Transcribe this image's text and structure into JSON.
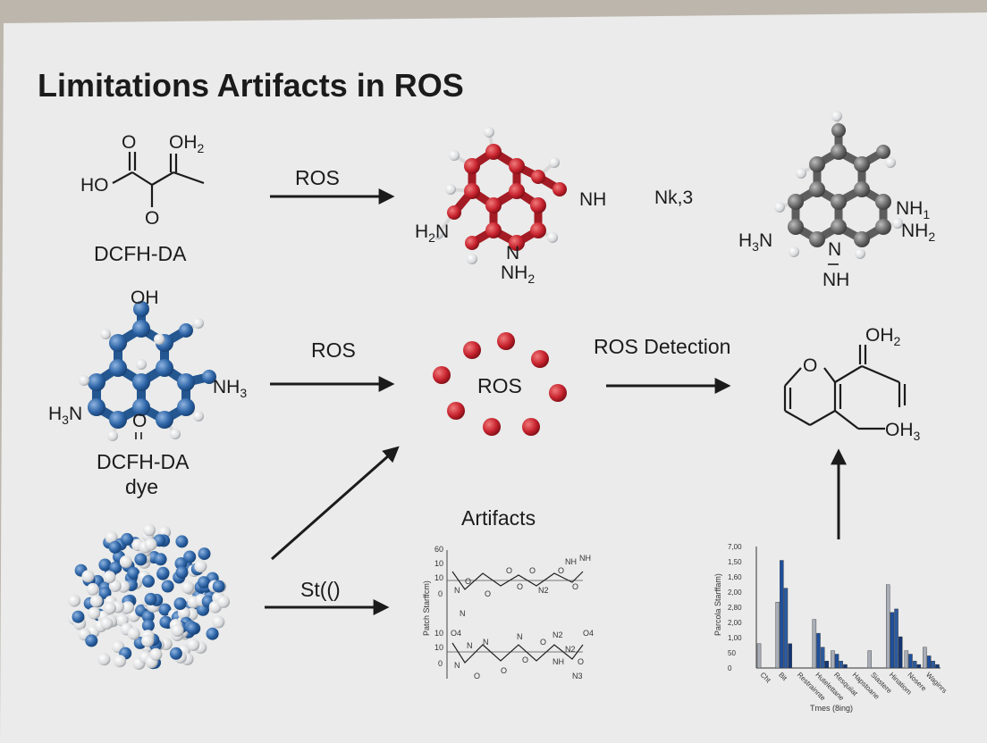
{
  "title": "Limitations Artifacts in ROS",
  "row1": {
    "mol1": {
      "o_top": "O",
      "oh2": "OH",
      "sub2": "2",
      "ho": "HO",
      "o_bottom": "O",
      "caption": "DCFH-DA"
    },
    "arrow_label": "ROS",
    "mol2": {
      "nh": "NH",
      "h2n": "H",
      "h2n_sub": "2",
      "h2n_n": "N",
      "n_mid": "N",
      "nh2": "NH",
      "nh2_sub": "2"
    },
    "middle_text": "Nk,3",
    "mol3": {
      "nh1": "NH",
      "nh1_sub": "1",
      "nh2": "NH",
      "nh2_sub": "2",
      "h3n": "H",
      "h3n_sub": "3",
      "h3n_n": "N",
      "n_mid": "N",
      "nh": "NH"
    }
  },
  "row2": {
    "mol1": {
      "oh": "OH",
      "nh3": "NH",
      "nh3_sub": "3",
      "h3n": "H",
      "h3n_sub": "3",
      "h3n_n": "N",
      "o": "O",
      "caption1": "DCFH-DA",
      "caption2": "dye"
    },
    "arrow_label": "ROS",
    "ros_cluster_label": "ROS",
    "detection_label": "ROS Detection",
    "product": {
      "o_ring": "O",
      "oh2": "OH",
      "oh2_sub": "2",
      "oh3": "OH",
      "oh3_sub": "3"
    }
  },
  "row3": {
    "arrow_label": "St(()",
    "artifacts_title": "Artifacts",
    "artifacts_plot": {
      "y_ticks": [
        "60",
        "10",
        "10",
        "0",
        "10",
        "10",
        "0"
      ],
      "y_label": "Patch Starffcm)",
      "labels_top": [
        "N",
        "O",
        "O",
        "O",
        "O",
        "NH",
        "N",
        "O",
        "N2",
        "O",
        "O",
        "NH"
      ],
      "labels_bottom": [
        "O4",
        "N",
        "N",
        "N2",
        "O4",
        "N",
        "O",
        "O",
        "NH",
        "N",
        "O",
        "O",
        "N2",
        "O",
        "N3"
      ]
    },
    "bar_chart": {
      "y_ticks": [
        "7,00",
        "1,50",
        "1,60",
        "2,00",
        "2,80",
        "2,00",
        "1,00",
        "50",
        "0"
      ],
      "y_label": "Parcola Starffam)",
      "x_label": "Tmes (8ing)",
      "x_ticks": [
        "Cht",
        "Bit",
        "Restrainnte",
        "Hutelettane",
        "Resquiiat",
        "Hapstoane",
        "Siastere",
        "Hinatiom",
        "Nosere",
        "Waginrs"
      ]
    }
  },
  "chart_data": {
    "type": "bar",
    "title": "",
    "xlabel": "Tmes (8ing)",
    "ylabel": "Parcola Starffam)",
    "categories": [
      "Cht",
      "Bit",
      "Restrainnte",
      "Hutelettane",
      "Resquiiat",
      "Hapstoane",
      "Siastere",
      "Hinatiom",
      "Nosere",
      "Waginrs"
    ],
    "ylim": [
      0,
      3.5
    ],
    "series": [
      {
        "values": [
          0.7,
          1.9,
          0,
          1.4,
          0.5,
          0,
          0.5,
          2.4,
          0.5,
          0.6
        ]
      },
      {
        "values": [
          0,
          3.1,
          0,
          1.0,
          0.4,
          0,
          0,
          1.6,
          0.4,
          0.35
        ]
      },
      {
        "values": [
          0,
          2.3,
          0,
          0.6,
          0.2,
          0,
          0,
          1.7,
          0.2,
          0.2
        ]
      },
      {
        "values": [
          0,
          0.7,
          0,
          0.2,
          0.1,
          0,
          0,
          0.9,
          0.1,
          0.1
        ]
      }
    ],
    "colors": [
      "#a8adb7",
      "#1f4f9c",
      "#2c5b9e",
      "#123574"
    ],
    "grid": false,
    "legend": "none"
  },
  "colors": {
    "background": "#bdb6ad",
    "paper": "#eaebea",
    "red_atom": "#c8242f",
    "blue_atom": "#2f66a8",
    "grey_atom": "#6a6a6a",
    "ink": "#1b1b1b"
  }
}
